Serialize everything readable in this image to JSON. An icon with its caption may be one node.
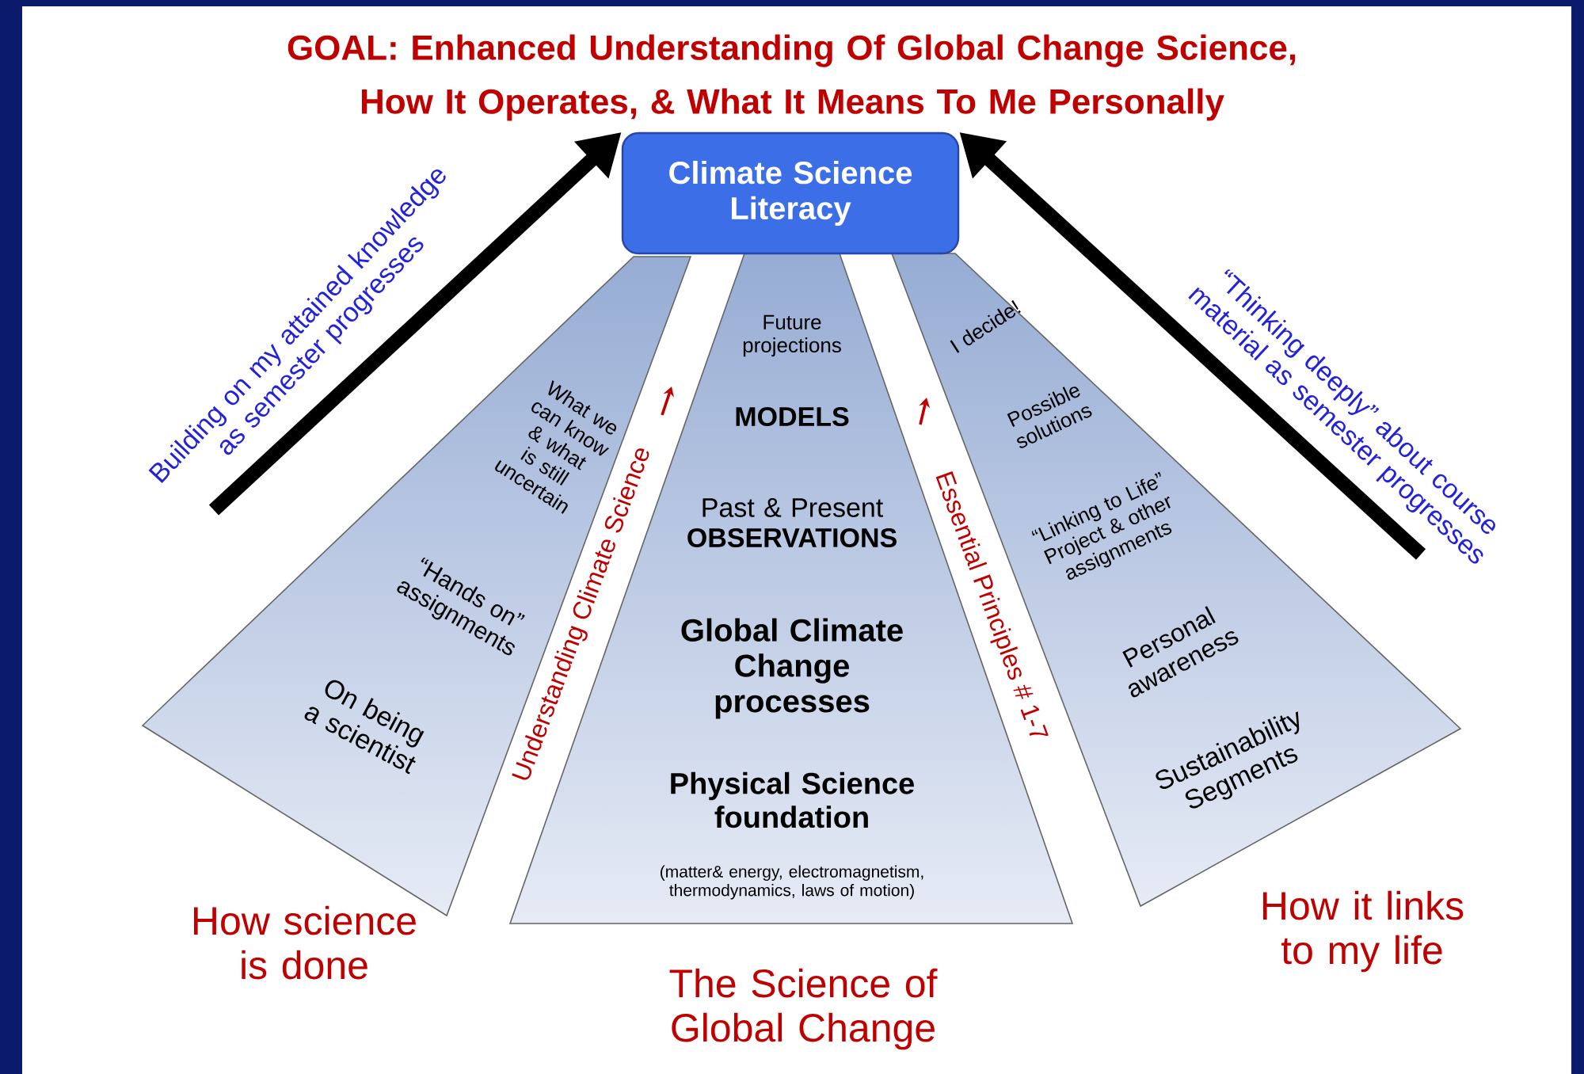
{
  "diagram": {
    "title": "GOAL: Enhanced Understanding Of Global Change Science, How It Operates, & What It Means To Me Personally",
    "nodes": [
      {
        "text": [
          "Climate Science Literacy"
        ]
      },
      {
        "text": [
          "What we can know & what is still uncertain",
          "“Hands on” assignments",
          "On being a scientist"
        ],
        "beside": [
          "How science is done"
        ]
      },
      {
        "text": [
          "Future projections",
          "MODELS",
          "Past & Present **OBSERVATIONS**",
          "Global Climate Change processes",
          "Physical Science foundation",
          "(matter& energy, electromagnetism, thermodynamics, laws of motion)"
        ],
        "beside": [
          "The Science of Global Change"
        ]
      },
      {
        "text": [
          "I decide!",
          "Possible solutions",
          "“Linking to Life” Project & other assignments",
          "Personal awareness",
          "Sustainability Segments"
        ],
        "beside": [
          "How it links to my life"
        ]
      }
    ],
    "edges": [
      {
        "from": 1,
        "to": 0,
        "arrow": "to",
        "label": "Building on my attained knowledge as semester progresses"
      },
      {
        "from": 3,
        "to": 0,
        "arrow": "to",
        "label": "“Thinking deeply” about course material as semester progresses"
      }
    ],
    "labels": [
      "Understanding Climate Science",
      "Essential Principles # 1-7"
    ]
  }
}
